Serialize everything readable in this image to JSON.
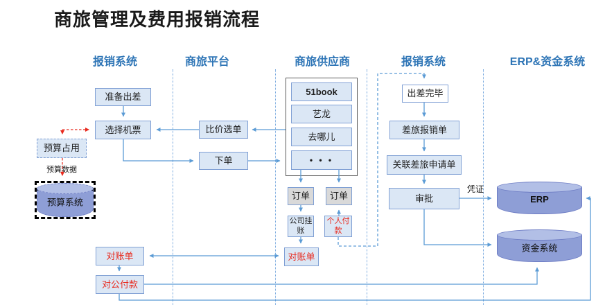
{
  "title": "商旅管理及费用报销流程",
  "lanes": [
    {
      "label": "报销系统"
    },
    {
      "label": "商旅平台"
    },
    {
      "label": "商旅供应商"
    },
    {
      "label": "报销系统"
    },
    {
      "label": "ERP&资金系统"
    }
  ],
  "nodes": {
    "prepare_trip": {
      "label": "准备出差"
    },
    "select_ticket": {
      "label": "选择机票"
    },
    "budget_hold": {
      "label": "预算占用"
    },
    "budget_system": {
      "label": "预算系统"
    },
    "compare_order": {
      "label": "比价选单"
    },
    "place_order": {
      "label": "下单"
    },
    "supplier_51book": {
      "label": "51book"
    },
    "supplier_yilong": {
      "label": "艺龙"
    },
    "supplier_qunar": {
      "label": "去哪儿"
    },
    "supplier_more": {
      "label": "• • •"
    },
    "order_company": {
      "label": "订单"
    },
    "order_personal": {
      "label": "订单"
    },
    "company_credit": {
      "label": "公司挂账"
    },
    "personal_pay": {
      "label": "个人付款"
    },
    "recon_supplier": {
      "label": "对账单"
    },
    "trip_done": {
      "label": "出差完毕"
    },
    "expense_report": {
      "label": "差旅报销单"
    },
    "link_request": {
      "label": "关联差旅申请单"
    },
    "approve": {
      "label": "审批"
    },
    "erp": {
      "label": "ERP"
    },
    "fund_system": {
      "label": "资金系统"
    },
    "recon_left": {
      "label": "对账单"
    },
    "corp_pay": {
      "label": "对公付款"
    }
  },
  "edge_labels": {
    "budget_data": "预算数据",
    "voucher": "凭证"
  },
  "colors": {
    "accent_blue": "#5b9bd5",
    "header_blue": "#2e75b6",
    "box_fill": "#dbe7f5",
    "box_border": "#7f9fd4",
    "gray_fill": "#d9d9d9",
    "red": "#e8291d",
    "cylinder_fill": "#8e9ed6",
    "cylinder_top": "#b2bfe6"
  }
}
